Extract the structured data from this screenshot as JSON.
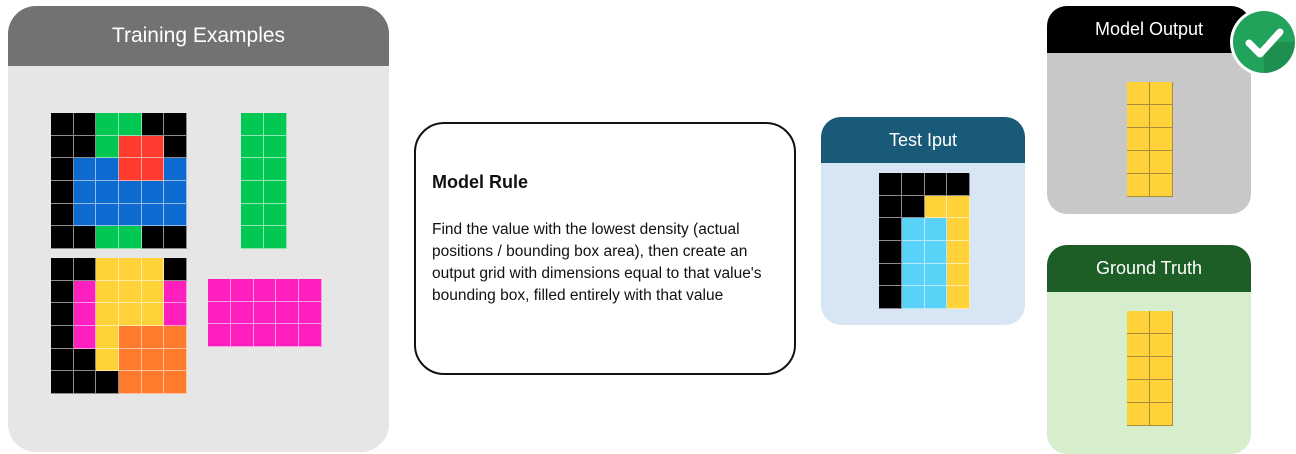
{
  "training": {
    "title": "Training Examples",
    "examples": [
      {
        "input": [
          [
            "K",
            "K",
            "G",
            "G",
            "K",
            "K"
          ],
          [
            "K",
            "K",
            "G",
            "R",
            "R",
            "K"
          ],
          [
            "K",
            "B",
            "B",
            "R",
            "R",
            "B"
          ],
          [
            "K",
            "B",
            "B",
            "B",
            "B",
            "B"
          ],
          [
            "K",
            "B",
            "B",
            "B",
            "B",
            "B"
          ],
          [
            "K",
            "K",
            "G",
            "G",
            "K",
            "K"
          ]
        ],
        "output": [
          [
            "G",
            "G"
          ],
          [
            "G",
            "G"
          ],
          [
            "G",
            "G"
          ],
          [
            "G",
            "G"
          ],
          [
            "G",
            "G"
          ],
          [
            "G",
            "G"
          ]
        ]
      },
      {
        "input": [
          [
            "K",
            "K",
            "Y",
            "Y",
            "Y",
            "K"
          ],
          [
            "K",
            "M",
            "Y",
            "Y",
            "Y",
            "M"
          ],
          [
            "K",
            "M",
            "Y",
            "Y",
            "Y",
            "M"
          ],
          [
            "K",
            "M",
            "Y",
            "O",
            "O",
            "O"
          ],
          [
            "K",
            "K",
            "Y",
            "O",
            "O",
            "O"
          ],
          [
            "K",
            "K",
            "K",
            "O",
            "O",
            "O"
          ]
        ],
        "output": [
          [
            "M",
            "M",
            "M",
            "M",
            "M"
          ],
          [
            "M",
            "M",
            "M",
            "M",
            "M"
          ],
          [
            "M",
            "M",
            "M",
            "M",
            "M"
          ]
        ]
      }
    ]
  },
  "rule": {
    "title": "Model Rule",
    "text": "Find the value with the lowest density (actual positions / bounding box area), then create an output grid with dimensions equal to that value's bounding box, filled entirely with that value"
  },
  "test": {
    "title": "Test Iput",
    "grid": [
      [
        "K",
        "K",
        "K",
        "K"
      ],
      [
        "K",
        "K",
        "Y",
        "Y"
      ],
      [
        "K",
        "C",
        "C",
        "Y"
      ],
      [
        "K",
        "C",
        "C",
        "Y"
      ],
      [
        "K",
        "C",
        "C",
        "Y"
      ],
      [
        "K",
        "C",
        "C",
        "Y"
      ]
    ]
  },
  "model_output": {
    "title": "Model Output",
    "grid": [
      [
        "Y",
        "Y"
      ],
      [
        "Y",
        "Y"
      ],
      [
        "Y",
        "Y"
      ],
      [
        "Y",
        "Y"
      ],
      [
        "Y",
        "Y"
      ]
    ],
    "status_icon": "checkmark-icon"
  },
  "ground_truth": {
    "title": "Ground Truth",
    "grid": [
      [
        "Y",
        "Y"
      ],
      [
        "Y",
        "Y"
      ],
      [
        "Y",
        "Y"
      ],
      [
        "Y",
        "Y"
      ],
      [
        "Y",
        "Y"
      ]
    ]
  },
  "colors": {
    "K": "#000000",
    "G": "#00c853",
    "R": "#ff3b30",
    "B": "#0d6ad1",
    "Y": "#ffd23a",
    "M": "#ff1fbf",
    "O": "#ff7a2a",
    "C": "#5ad1f7",
    "check": "#22a35b"
  }
}
